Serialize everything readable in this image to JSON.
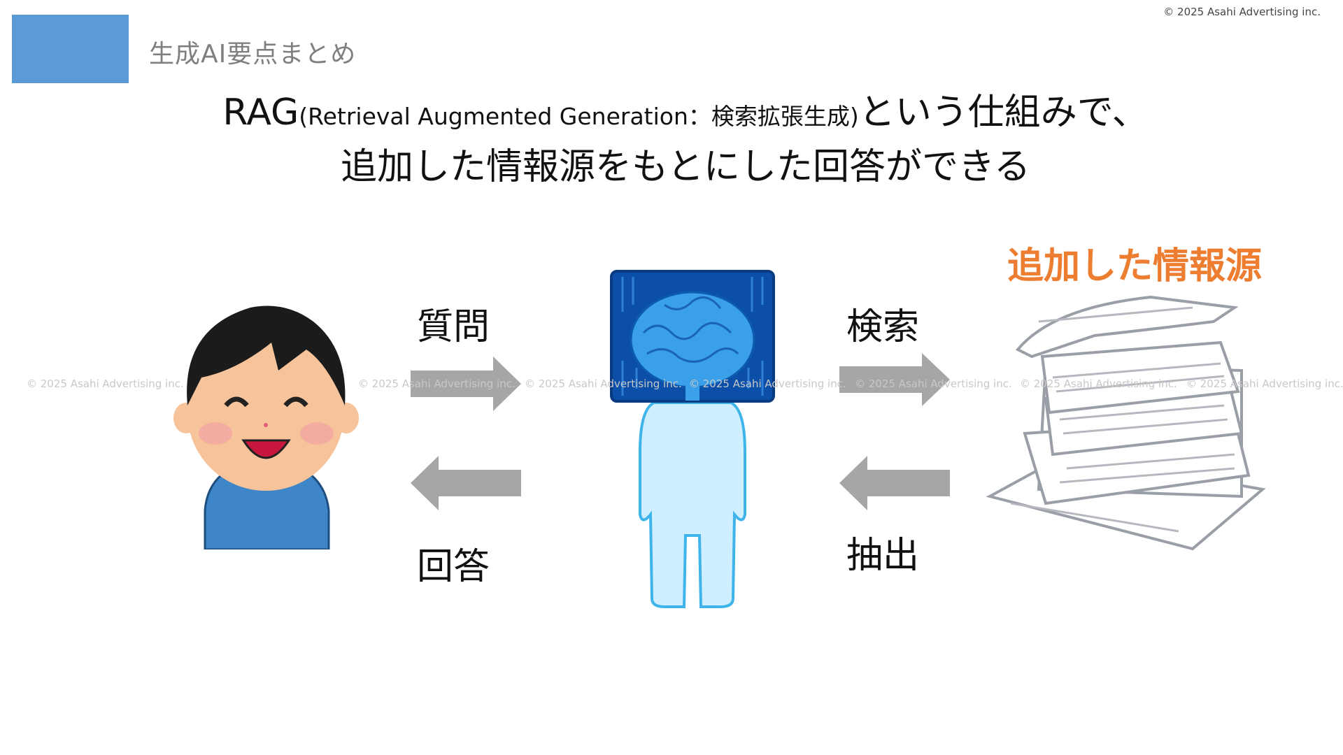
{
  "header": {
    "section_title": "生成AI要点まとめ",
    "copyright": "© 2025 Asahi Advertising inc."
  },
  "headline": {
    "rag": "RAG",
    "paren": "(Retrieval Augmented Generation：検索拡張生成)",
    "line1_rest": "という仕組みで、",
    "line2": "追加した情報源をもとにした回答ができる"
  },
  "diagram": {
    "question": "質問",
    "answer": "回答",
    "search": "検索",
    "extract": "抽出",
    "source_label": "追加した情報源"
  },
  "watermark": "© 2025 Asahi Advertising inc.",
  "colors": {
    "accent_blue": "#5b9bd5",
    "orange": "#ed7d31",
    "arrow_gray": "#a6a6a6"
  }
}
